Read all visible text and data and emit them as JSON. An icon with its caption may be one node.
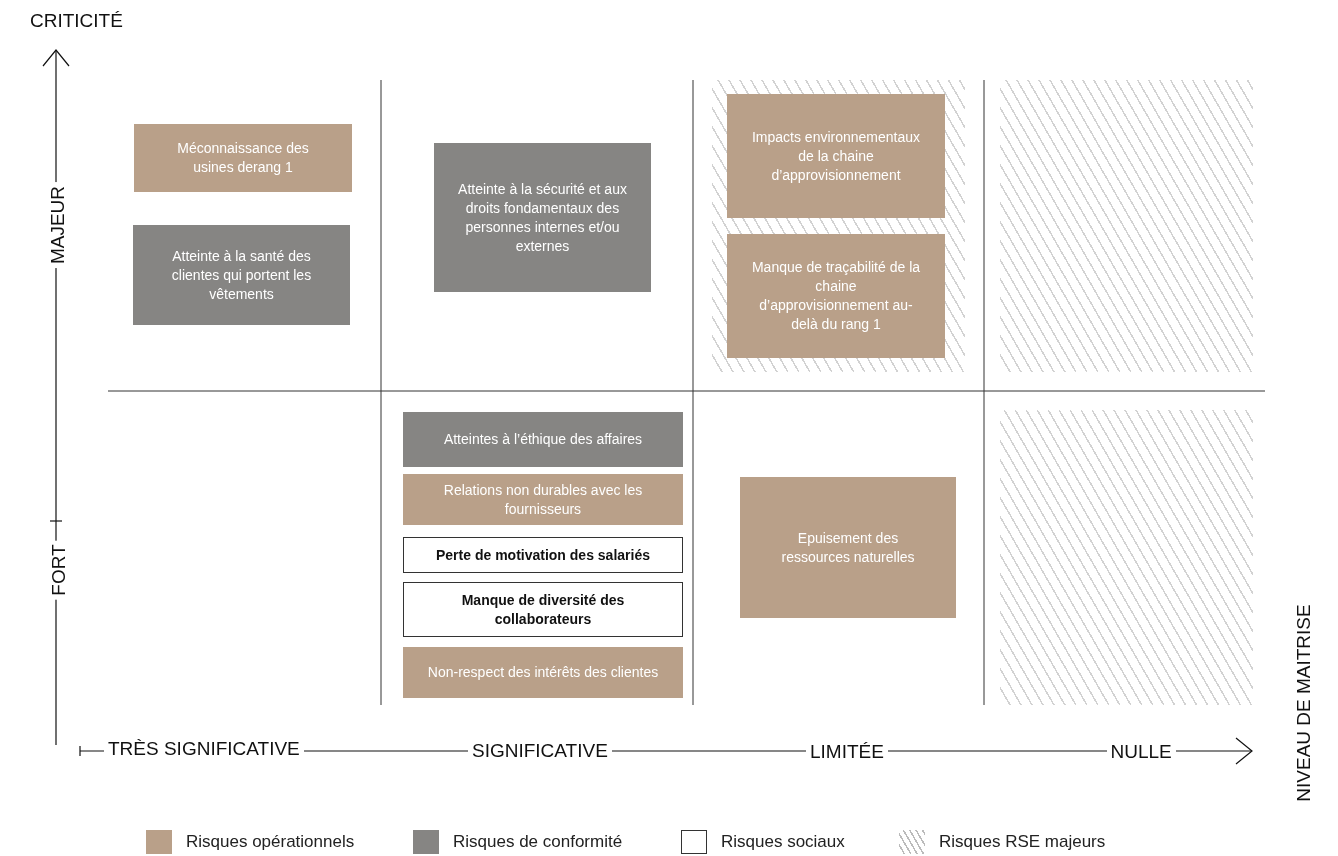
{
  "diagram": {
    "nodes": [
      {
        "text": [
          "Méconnaissance des usines derang 1"
        ]
      },
      {
        "text": [
          "Atteinte à la santé des clientes qui portent les vêtements"
        ]
      },
      {
        "text": [
          "Atteinte à la sécurité et aux droits fondamentaux des personnes internes et/ou externes"
        ]
      },
      {
        "text": [],
        "shape": "box"
      },
      {
        "text": [
          "Impacts environnementaux de la chaine d’approvisionnement"
        ],
        "in": 3
      },
      {
        "text": [
          "Manque de traçabilité de la chaine d’approvisionnement au-delà du rang 1"
        ],
        "in": 3
      },
      {
        "text": [],
        "shape": "box"
      },
      {
        "text": [
          "Atteintes à l’éthique des affaires"
        ]
      },
      {
        "text": [
          "Relations non durables avec les fournisseurs"
        ]
      },
      {
        "text": [
          "Perte de motivation des salariés"
        ]
      },
      {
        "text": [
          "Manque de diversité des collaborateurs"
        ]
      },
      {
        "text": [
          "Non-respect des intérêts des clientes"
        ]
      },
      {
        "text": [
          "Epuisement des ressources naturelles"
        ]
      },
      {
        "text": [],
        "shape": "box"
      }
    ],
    "edges": [],
    "labels": [
      "CRITICITÉ",
      "MAJEUR",
      "FORT",
      "TRÈS SIGNIFICATIVE",
      "SIGNIFICATIVE",
      "LIMITÉE",
      "NULLE",
      "NIVEAU DE MAITRISE"
    ],
    "legend": [
      {
        "text": "Risques opérationnels",
        "color": "#b9a089"
      },
      {
        "text": "Risques de conformité",
        "color": "#868583"
      },
      {
        "text": "Risques sociaux",
        "color": "#ffffff"
      },
      {
        "text": "Risques RSE majeurs"
      }
    ]
  }
}
